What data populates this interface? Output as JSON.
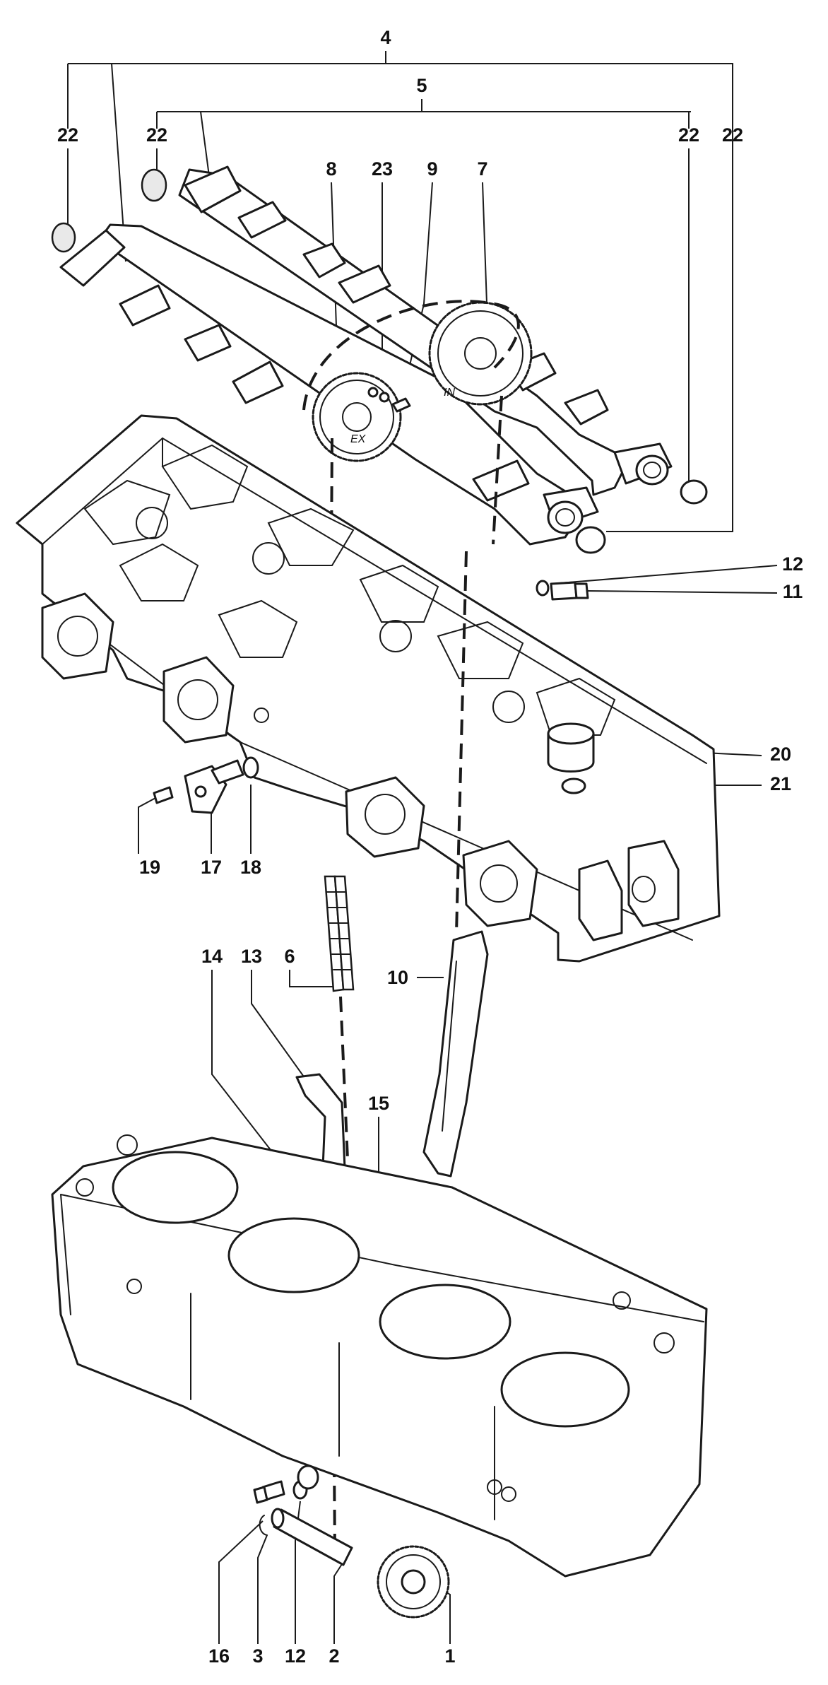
{
  "callouts": {
    "c1": "1",
    "c2": "2",
    "c3": "3",
    "c4": "4",
    "c5": "5",
    "c6": "6",
    "c7": "7",
    "c8": "8",
    "c9": "9",
    "c10": "10",
    "c11": "11",
    "c12a": "12",
    "c12b": "12",
    "c13": "13",
    "c14": "14",
    "c15": "15",
    "c16": "16",
    "c17": "17",
    "c18": "18",
    "c19": "19",
    "c20": "20",
    "c21": "21",
    "c22a": "22",
    "c22b": "22",
    "c22c": "22",
    "c22d": "22",
    "c23": "23"
  },
  "sprocket_marks": {
    "exhaust": "EX",
    "intake": "IN"
  },
  "colors": {
    "line": "#1a1a1a",
    "background": "#ffffff"
  }
}
